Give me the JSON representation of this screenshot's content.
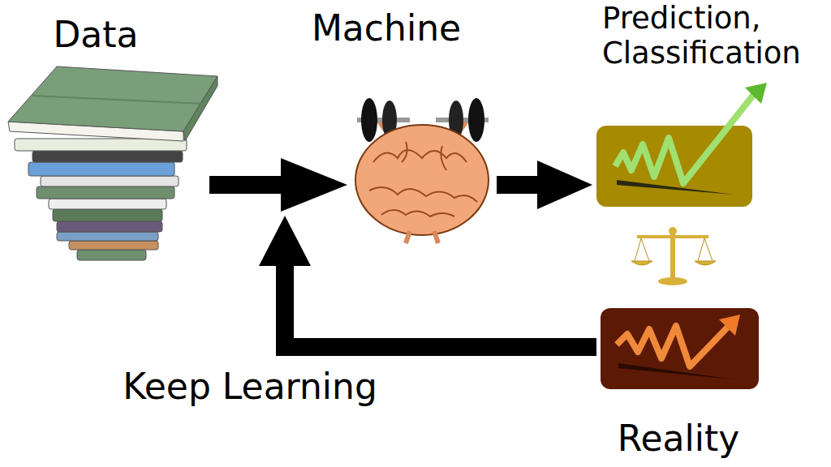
{
  "diagram": {
    "nodes": [
      {
        "text": [
          "Data"
        ]
      },
      {
        "text": [
          "Machine"
        ]
      },
      {
        "text": [
          "Prediction, Classification"
        ]
      },
      {
        "text": [
          "Reality"
        ]
      }
    ],
    "edges": [
      {
        "from": 0,
        "to": 1,
        "arrow": "to"
      },
      {
        "from": 1,
        "to": 2,
        "arrow": "to"
      },
      {
        "from": 3,
        "to": 1,
        "arrow": "to",
        "label": "Keep Learning"
      }
    ]
  }
}
